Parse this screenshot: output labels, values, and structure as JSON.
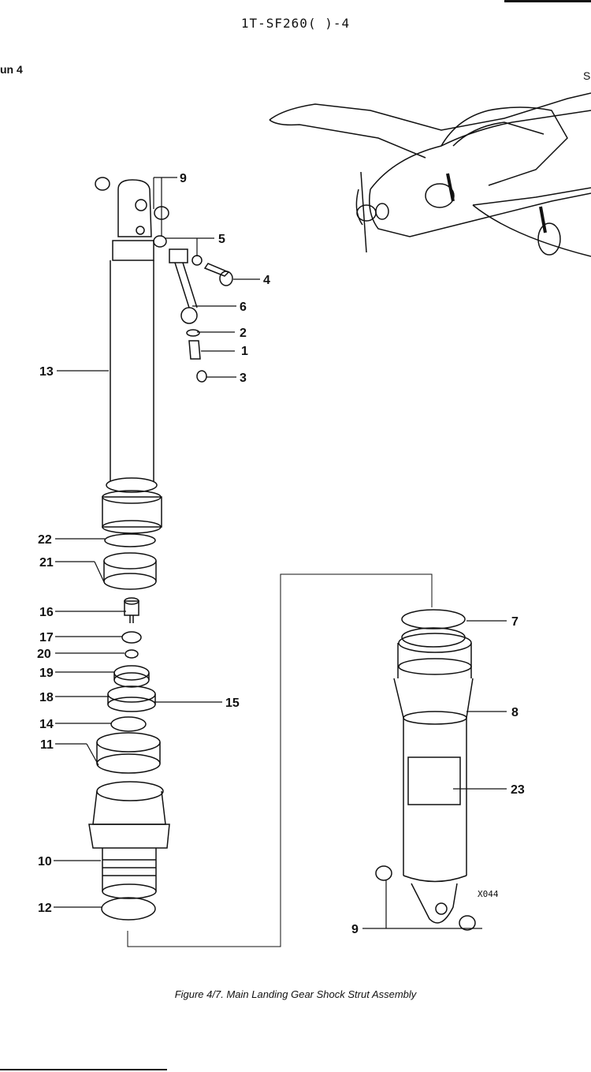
{
  "header": {
    "doc_id": "1T-SF260( )-4",
    "left_fragment": "un 4",
    "right_fragment": "S"
  },
  "caption": "Figure 4/7. Main Landing Gear Shock Strut Assembly",
  "drawing_code": "X044",
  "callouts": [
    "1",
    "2",
    "3",
    "4",
    "5",
    "6",
    "7",
    "8",
    "9",
    "10",
    "11",
    "12",
    "13",
    "14",
    "15",
    "16",
    "17",
    "18",
    "19",
    "20",
    "21",
    "22",
    "23"
  ]
}
